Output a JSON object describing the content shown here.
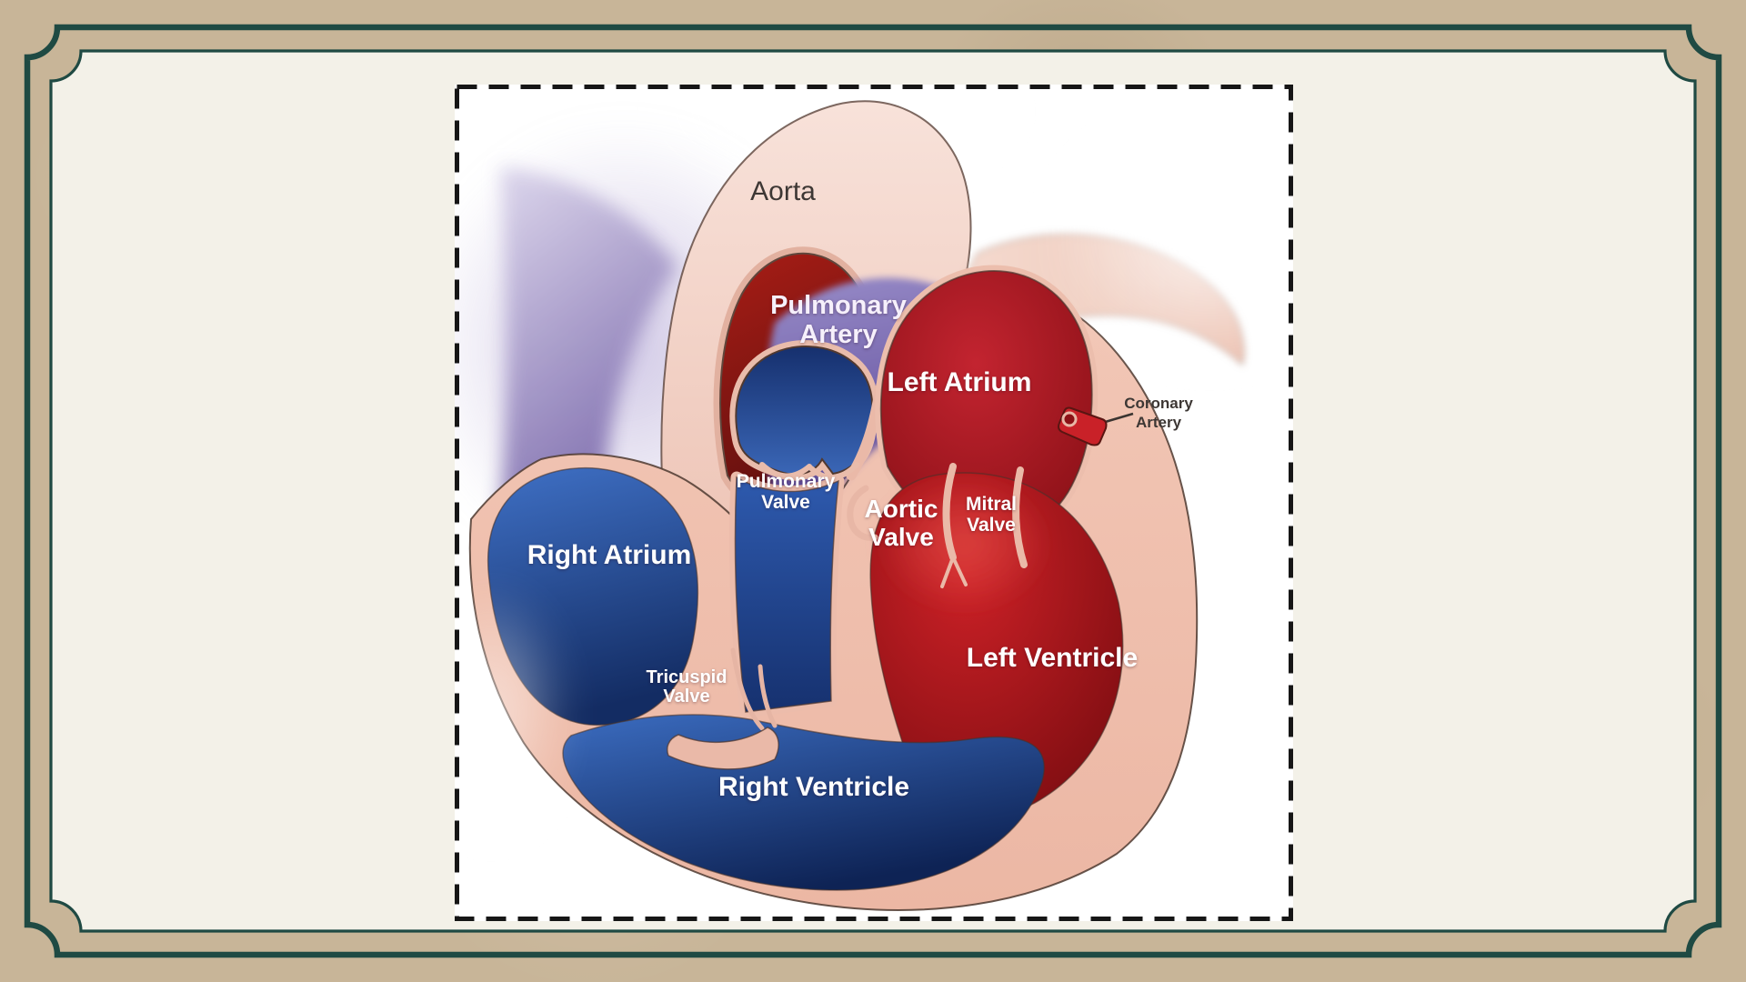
{
  "slide": {
    "background_color": "#c8b598",
    "panel_color": "#f3f1e8",
    "frame_color": "#1f4a43",
    "dashed_border_color": "#161616"
  },
  "diagram": {
    "type": "heart-anatomy-cross-section",
    "background_color": "#ffffff",
    "labels": {
      "aorta": {
        "text": "Aorta"
      },
      "pulmonary_artery": {
        "line1": "Pulmonary",
        "line2": "Artery"
      },
      "left_atrium": {
        "text": "Left Atrium"
      },
      "coronary_artery": {
        "line1": "Coronary",
        "line2": "Artery"
      },
      "pulmonary_valve": {
        "line1": "Pulmonary",
        "line2": "Valve"
      },
      "aortic_valve": {
        "line1": "Aortic",
        "line2": "Valve"
      },
      "mitral_valve": {
        "line1": "Mitral",
        "line2": "Valve"
      },
      "right_atrium": {
        "text": "Right Atrium"
      },
      "tricuspid_valve": {
        "line1": "Tricuspid",
        "line2": "Valve"
      },
      "right_ventricle": {
        "text": "Right Ventricle"
      },
      "left_ventricle": {
        "text": "Left Ventricle"
      }
    },
    "colors": {
      "oxygenated_red": "#b01b22",
      "deoxygenated_blue": "#2a55a8",
      "pulmonary_purple": "#6f5ca8",
      "heart_wall_pink": "#efc0af",
      "aorta_pink": "#f2d3c8",
      "coronary_red": "#c92128",
      "label_dark": "#3d3734",
      "label_light": "#ffffff"
    }
  }
}
